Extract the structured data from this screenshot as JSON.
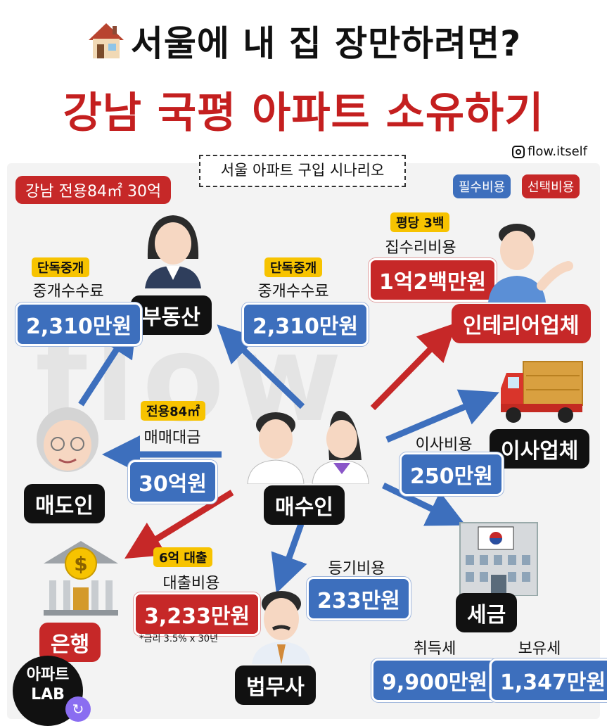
{
  "header": {
    "title_line1": "서울에 내 집 장만하려면?",
    "title_line2": "강남 국평 아파트 소유하기",
    "instagram_handle": "flow.itself"
  },
  "scenario_label": "서울 아파트 구입 시나리오",
  "watermark_text": "flow",
  "price_tag": "강남 전용84㎡ 30억",
  "legend": {
    "required": "필수비용",
    "optional": "선택비용"
  },
  "nodes": {
    "realtor": "부동산",
    "seller": "매도인",
    "buyer": "매수인",
    "interior": "인테리어업체",
    "mover": "이사업체",
    "bank": "은행",
    "tax": "세금",
    "lawyer": "법무사"
  },
  "costs": {
    "broker_left": {
      "tag": "단독중개",
      "label": "중개수수료",
      "value": "2,310만원"
    },
    "broker_right": {
      "tag": "단독중개",
      "label": "중개수수료",
      "value": "2,310만원"
    },
    "renovation": {
      "tag": "평당 3백",
      "label": "집수리비용",
      "value": "1억2백만원"
    },
    "purchase": {
      "tag": "전용84㎡",
      "label": "매매대금",
      "value": "30억원"
    },
    "moving": {
      "label": "이사비용",
      "value": "250만원"
    },
    "loan": {
      "tag": "6억 대출",
      "label": "대출비용",
      "value": "3,233만원",
      "note": "*금리 3.5% x 30년"
    },
    "registration": {
      "label": "등기비용",
      "value": "233만원"
    },
    "acquisition_tax": {
      "label": "취득세",
      "value": "9,900만원"
    },
    "holding_tax": {
      "label": "보유세",
      "value": "1,347만원"
    }
  },
  "footer": {
    "badge_line1": "아파트",
    "badge_line2": "LAB"
  },
  "colors": {
    "required": "#3d6fbd",
    "optional": "#c62828",
    "tag": "#f7c300",
    "node": "#111111"
  }
}
